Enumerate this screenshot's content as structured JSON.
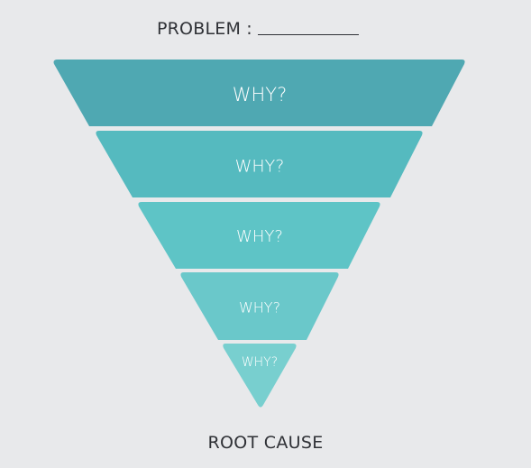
{
  "header": {
    "problem_label": "PROBLEM :"
  },
  "funnel": {
    "tiers": [
      {
        "label": "WHY?",
        "color": "#4fa8b2"
      },
      {
        "label": "WHY?",
        "color": "#55babf"
      },
      {
        "label": "WHY?",
        "color": "#5ec4c6"
      },
      {
        "label": "WHY?",
        "color": "#6ac8ca"
      },
      {
        "label": "WHY?",
        "color": "#78cfcf"
      }
    ]
  },
  "footer": {
    "root_cause_label": "ROOT CAUSE"
  }
}
